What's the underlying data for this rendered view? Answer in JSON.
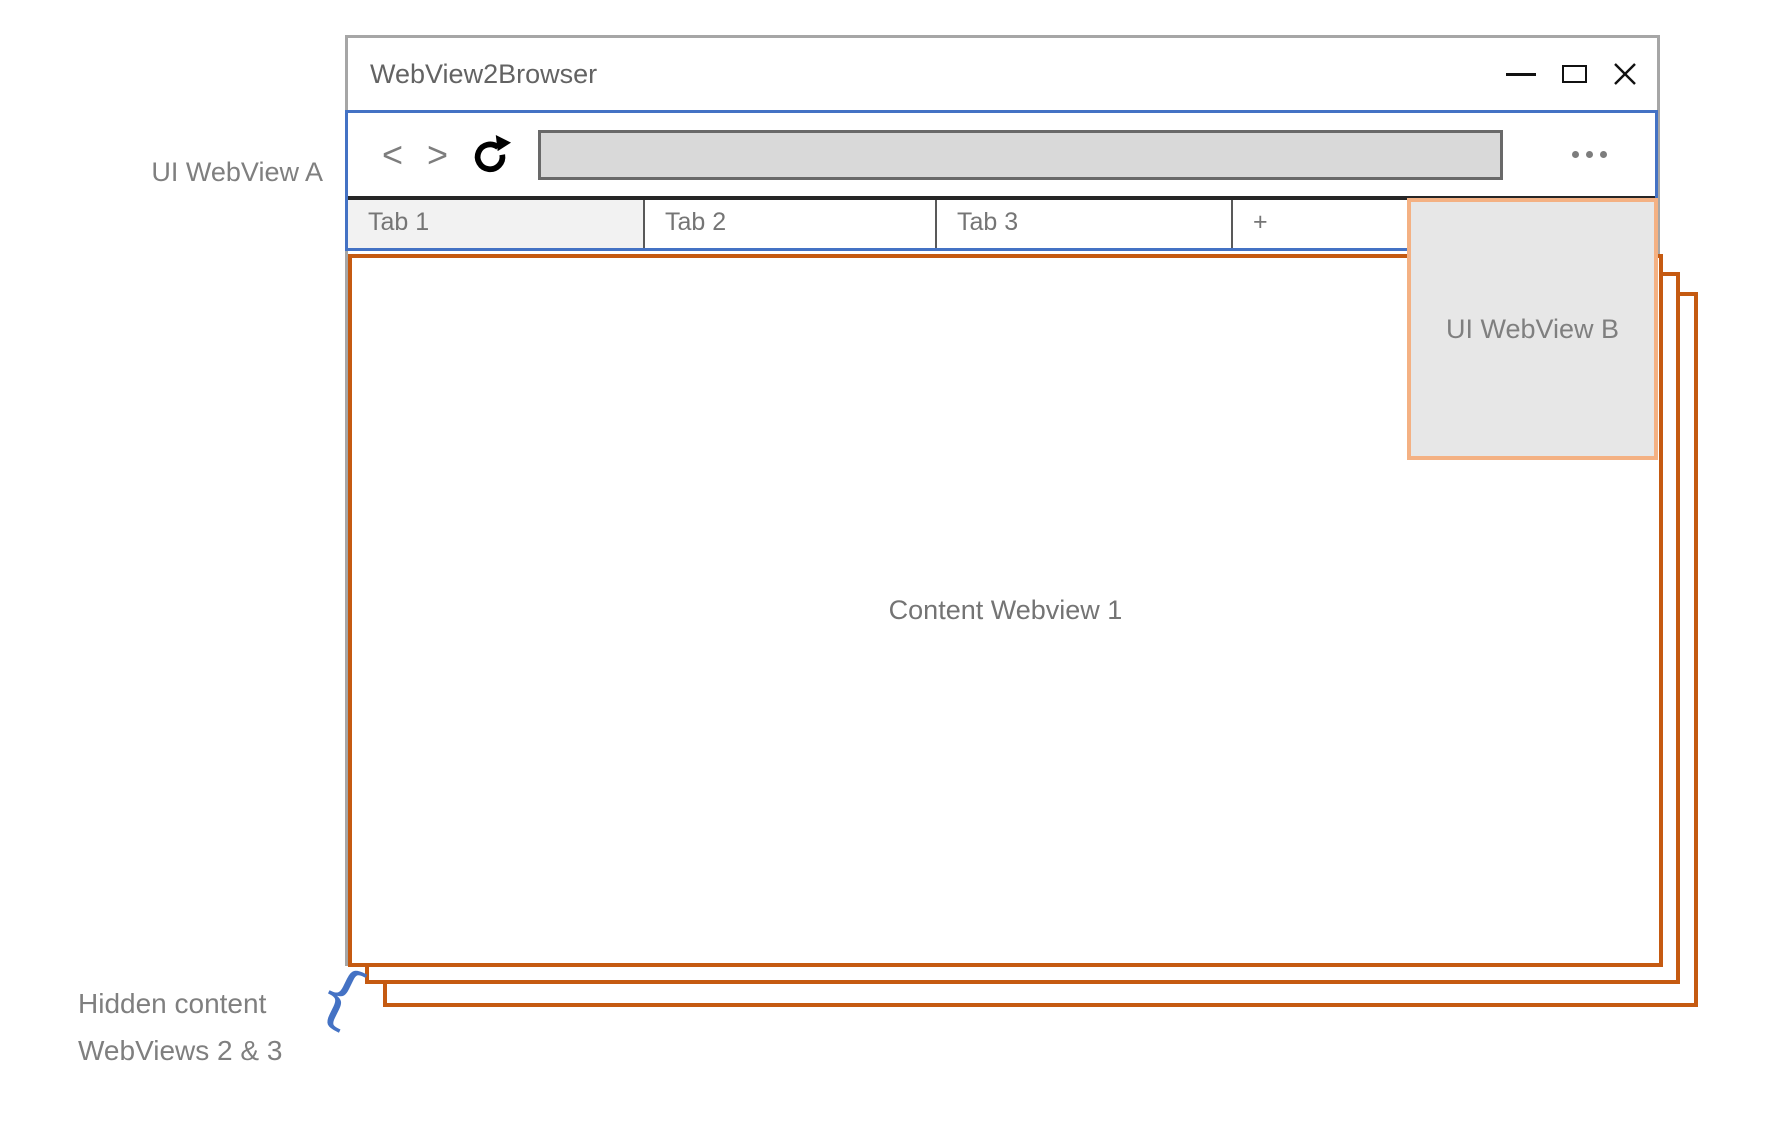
{
  "window": {
    "title": "WebView2Browser"
  },
  "toolbar": {
    "back_glyph": "<",
    "forward_glyph": ">",
    "address_value": ""
  },
  "tabs": [
    {
      "label": "Tab 1",
      "active": true
    },
    {
      "label": "Tab 2",
      "active": false
    },
    {
      "label": "Tab 3",
      "active": false
    },
    {
      "label": "+",
      "active": false
    }
  ],
  "content": {
    "webview1_label": "Content Webview 1"
  },
  "annotations": {
    "ui_webview_a": "UI WebView A",
    "ui_webview_b": "UI WebView B",
    "hidden_line1": "Hidden content",
    "hidden_line2": "WebViews 2 & 3",
    "brace_glyph": "{"
  },
  "icons": {
    "back": "chevron-left",
    "forward": "chevron-right",
    "reload": "reload-circular-arrow",
    "menu": "ellipsis",
    "minimize": "minimize-dash",
    "maximize": "maximize-square",
    "close": "close-x"
  },
  "colors": {
    "ui_region_border": "#4472C4",
    "content_frame_border": "#C55A11",
    "ui_webview_b_border": "#F4B183",
    "ui_webview_b_fill": "#E7E7E7",
    "active_tab_fill": "#F2F2F2",
    "address_bar_fill": "#D9D9D9",
    "window_border": "#A6A6A6",
    "tab_top_border": "#262626",
    "annotation_blue": "#4472C4",
    "label_gray": "#7f7f7f"
  }
}
